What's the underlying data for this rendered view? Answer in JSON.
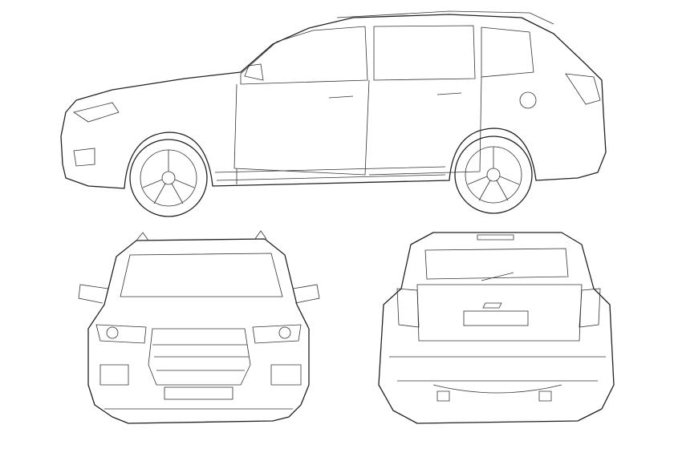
{
  "drawing": {
    "views": [
      "side",
      "front",
      "rear"
    ],
    "line_color": "#222222",
    "background": "#ffffff"
  }
}
